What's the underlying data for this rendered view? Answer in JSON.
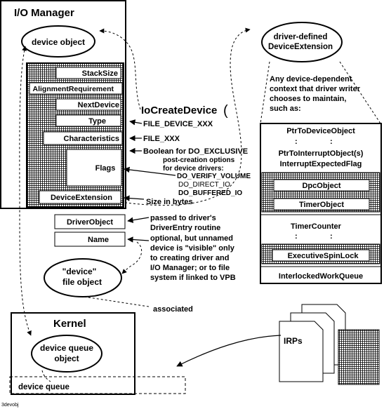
{
  "io_manager": {
    "title": "I/O Manager",
    "device_object": "device object",
    "fields": {
      "stack_size": "StackSize",
      "alignment": "AlignmentRequirement",
      "next_device": "NextDevice",
      "type": "Type",
      "characteristics": "Characteristics",
      "flags": "Flags",
      "device_extension": "DeviceExtension",
      "driver_object": "DriverObject",
      "name": "Name"
    },
    "file_object": [
      "\"device\"",
      "file object"
    ]
  },
  "io_create_device": {
    "call": "IoCreateDevice",
    "paren": "(",
    "arg_type": "FILE_DEVICE_XXX",
    "arg_characteristics": "FILE_XXX",
    "arg_exclusive": "Boolean for DO_EXCLUSIVE",
    "post_creation_1": "post-creation options",
    "post_creation_2": "for device drivers:",
    "opt_verify": "DO_VERIFY_VOLUME",
    "opt_direct": "DO_DIRECT_IO",
    "opt_buffered": "DO_BUFFERED_IO",
    "size_in_bytes": "Size in bytes"
  },
  "notes": {
    "driver_entry": [
      "passed to driver's",
      "DriverEntry routine"
    ],
    "name_note": [
      "optional, but unnamed",
      "device is \"visible\" only",
      "to creating driver and",
      "I/O Manager; or to file",
      "system if linked to VPB"
    ],
    "associated": "associated"
  },
  "extension": {
    "title": [
      "driver-defined",
      "DeviceExtension"
    ],
    "description": [
      "Any device-dependent",
      "context that driver writer",
      "chooses to maintain,",
      "such as:"
    ],
    "ptr_to_device_object": "PtrToDeviceObject",
    "ptr_to_interrupt_object": "PtrToInterruptObject(s)",
    "interrupt_expected_flag": "InterruptExpectedFlag",
    "dpc_object": "DpcObject",
    "timer_object": "TimerObject",
    "timer_counter": "TimerCounter",
    "executive_spin_lock": "ExecutiveSpinLock",
    "interlocked_work_queue": "InterlockedWorkQueue",
    "ellipsis": ":"
  },
  "kernel": {
    "title": "Kernel",
    "device_queue_object": [
      "device queue",
      "object"
    ],
    "device_queue": "device queue"
  },
  "irps": "IRPs",
  "footer_tag": "3devobj"
}
